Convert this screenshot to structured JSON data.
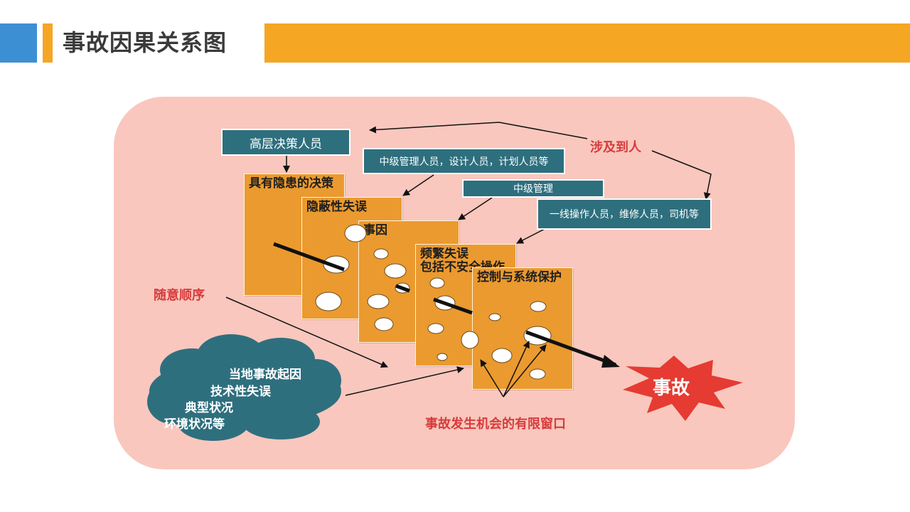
{
  "header": {
    "title": "事故因果关系图"
  },
  "diagram": {
    "roles": {
      "senior": "高层决策人员",
      "middle_design": "中级管理人员，设计人员，计划人员等",
      "middle": "中级管理",
      "frontline": "一线操作人员，维修人员，司机等"
    },
    "slices": [
      {
        "label": "具有隐患的决策"
      },
      {
        "label": "隐蔽性失误"
      },
      {
        "label": "事因"
      },
      {
        "label": "频繁失误\n包括不安全操作"
      },
      {
        "label": "控制与系统保护"
      }
    ],
    "labels": {
      "involves_people": "涉及到人",
      "random_order": "随意顺序",
      "limited_window": "事故发生机会的有限窗口"
    },
    "cloud_lines": [
      "当地事故起因",
      "技术性失误",
      "典型状况",
      "环境状况等"
    ],
    "accident": "事故"
  },
  "colors": {
    "header_blue": "#3d8fd4",
    "header_orange": "#f5a623",
    "panel_bg": "#f9c7bd",
    "role_box": "#2e6f7e",
    "slice": "#eb9a2f",
    "red_text": "#d63c3c",
    "cloud": "#2e6f7e",
    "burst": "#e53b32"
  }
}
